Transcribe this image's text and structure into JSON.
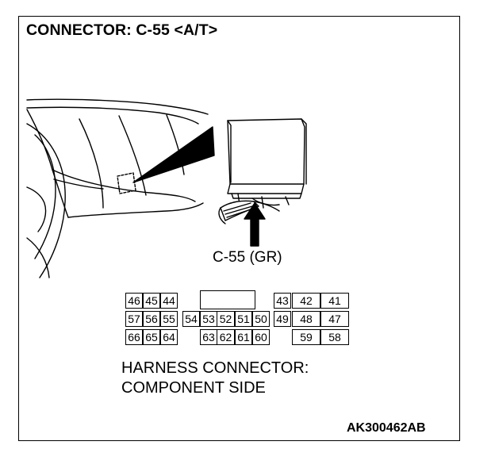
{
  "title": "CONNECTOR: C-55 <A/T>",
  "connector_label": "C-55 (GR)",
  "caption_line1": "HARNESS CONNECTOR:",
  "caption_line2": "COMPONENT SIDE",
  "drawing_code": "AK300462AB",
  "pins": {
    "row1": [
      "46",
      "45",
      "44",
      "",
      "",
      "",
      "",
      "",
      "43",
      "42",
      "41"
    ],
    "row2": [
      "57",
      "56",
      "55",
      "54",
      "53",
      "52",
      "51",
      "50",
      "49",
      "48",
      "47"
    ],
    "row3": [
      "66",
      "65",
      "64",
      "",
      "63",
      "62",
      "61",
      "60",
      "",
      "59",
      "58"
    ]
  }
}
